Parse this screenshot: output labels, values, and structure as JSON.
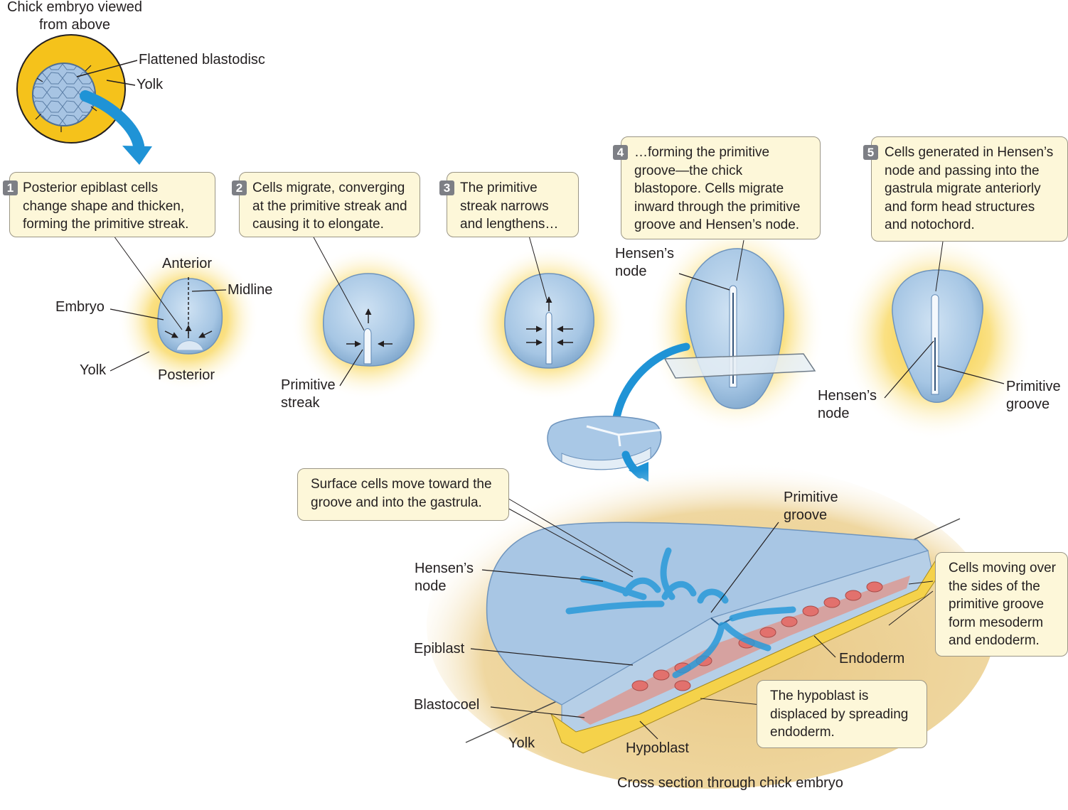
{
  "top": {
    "title": "Chick embryo viewed\nfrom above",
    "flattened_blastodisc": "Flattened blastodisc",
    "yolk": "Yolk"
  },
  "steps": [
    {
      "number": "1",
      "text": "Posterior epiblast cells\nchange shape and thicken,\nforming the primitive streak."
    },
    {
      "number": "2",
      "text": "Cells migrate, converging\nat the primitive streak and\ncausing it to elongate."
    },
    {
      "number": "3",
      "text": "The primitive\nstreak narrows\nand lengthens…"
    },
    {
      "number": "4",
      "text": "…forming the primitive\ngroove—the chick\nblastopore. Cells migrate\ninward through the primitive\ngroove and Hensen’s node."
    },
    {
      "number": "5",
      "text": "Cells generated in Hensen’s\nnode and passing into the\ngastrula migrate anteriorly\nand form head structures\nand notochord."
    }
  ],
  "stage1_labels": {
    "anterior": "Anterior",
    "midline": "Midline",
    "embryo": "Embryo",
    "yolk": "Yolk",
    "posterior": "Posterior"
  },
  "stage2_labels": {
    "primitive_streak": "Primitive\nstreak"
  },
  "stage4_labels": {
    "hensens_node": "Hensen’s\nnode"
  },
  "stage5_labels": {
    "hensens_node": "Hensen’s\nnode",
    "primitive_groove": "Primitive\ngroove"
  },
  "section": {
    "callout_surface": "Surface cells move toward the\ngroove and into the gastrula.",
    "callout_sides": "Cells moving over\nthe sides of the\nprimitive groove\nform mesoderm\nand endoderm.",
    "callout_hypoblast": "The hypoblast is\ndisplaced by spreading\nendoderm.",
    "primitive_groove": "Primitive\ngroove",
    "hensens_node": "Hensen’s\nnode",
    "epiblast": "Epiblast",
    "blastocoel": "Blastocoel",
    "yolk": "Yolk",
    "hypoblast": "Hypoblast",
    "endoderm": "Endoderm",
    "caption": "Cross section through chick embryo"
  },
  "colors": {
    "yolk": "#f5c21b",
    "embryo": "#a9c8e6",
    "arrow": "#1f93d6",
    "callout": "#fdf7d9",
    "mesoderm": "#e2716d",
    "step_badge": "#7d7f85"
  }
}
